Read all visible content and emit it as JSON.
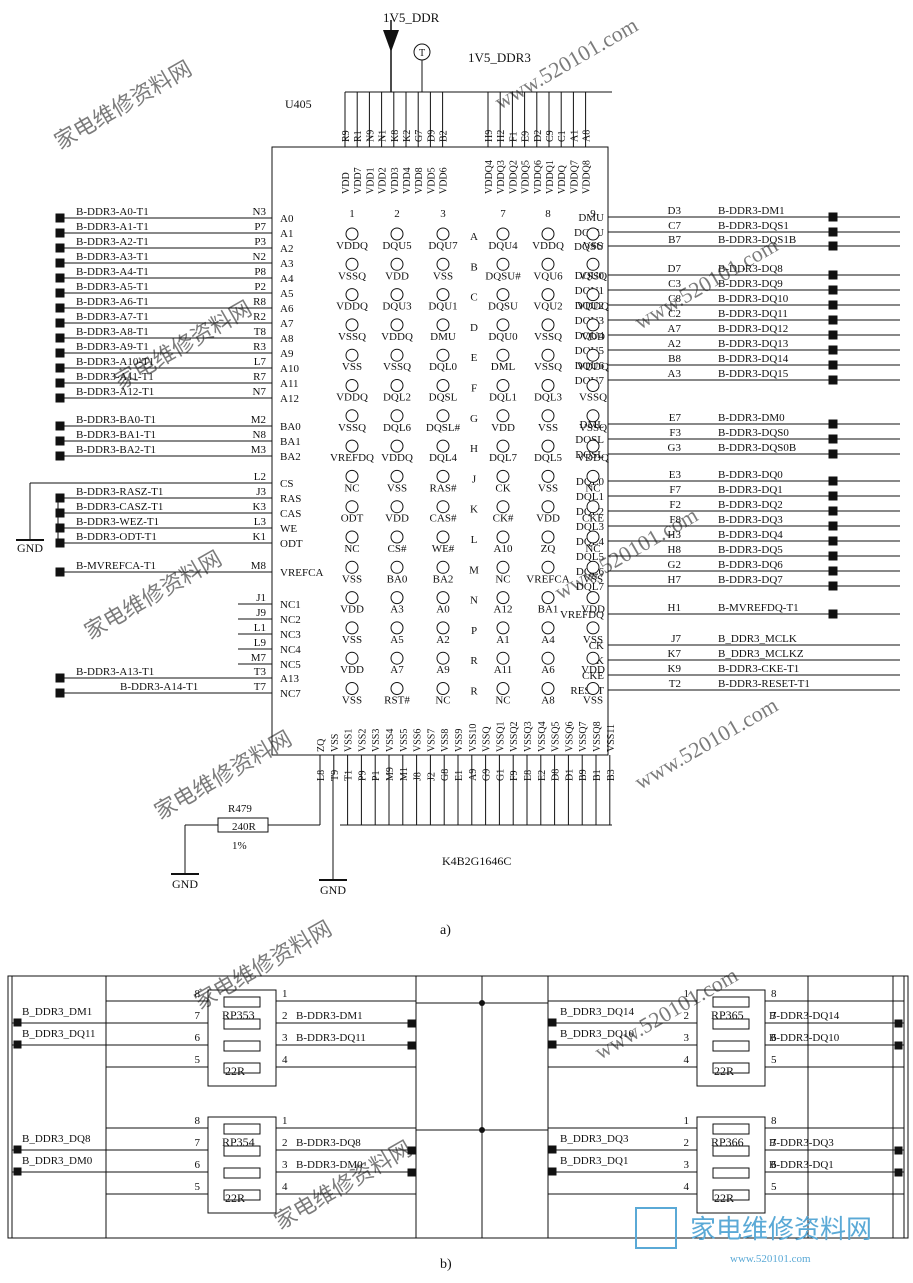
{
  "figure_a": {
    "caption": "a)",
    "power_net_top": "1V5_DDR",
    "power_net_right": "1V5_DDR3",
    "test_point": "T",
    "ref": "U405",
    "part": "K4B2G1646C",
    "resistor": {
      "ref": "R479",
      "value": "240R",
      "tolerance": "1%"
    },
    "gnd_labels": [
      "GND",
      "GND",
      "GND"
    ],
    "top_balls": [
      "R9",
      "R1",
      "N9",
      "N1",
      "K8",
      "K2",
      "G7",
      "D9",
      "B2",
      "H9",
      "H2",
      "F1",
      "E9",
      "D2",
      "C9",
      "C1",
      "A1",
      "A8"
    ],
    "top_pins": [
      "VDD",
      "VDD7",
      "VDD1",
      "VDD2",
      "VDD3",
      "VDD4",
      "VDD8",
      "VDD5",
      "VDD6",
      "VDDQ4",
      "VDDQ3",
      "VDDQ2",
      "VDDQ5",
      "VDDQ6",
      "VDDQ1",
      "VDDQ",
      "VDDQ7",
      "VDDQ8"
    ],
    "bottom_balls": [
      "L8",
      "T9",
      "T1",
      "P9",
      "P1",
      "M9",
      "M1",
      "J8",
      "J2",
      "G8",
      "E1",
      "A9",
      "G9",
      "G1",
      "F9",
      "E8",
      "E2",
      "D8",
      "D1",
      "B9",
      "B1",
      "B3"
    ],
    "bottom_pins": [
      "ZQ",
      "VSS",
      "VSS1",
      "VSS2",
      "VSS3",
      "VSS4",
      "VSS5",
      "VSS6",
      "VSS7",
      "VSS8",
      "VSS9",
      "VSS10",
      "VSSQ",
      "VSSQ1",
      "VSSQ2",
      "VSSQ3",
      "VSSQ4",
      "VSSQ5",
      "VSSQ6",
      "VSSQ7",
      "VSSQ8",
      "VSS11"
    ],
    "left_signals": [
      {
        "net": "B-DDR3-A0-T1",
        "ball": "N3",
        "pin": "A0"
      },
      {
        "net": "B-DDR3-A1-T1",
        "ball": "P7",
        "pin": "A1"
      },
      {
        "net": "B-DDR3-A2-T1",
        "ball": "P3",
        "pin": "A2"
      },
      {
        "net": "B-DDR3-A3-T1",
        "ball": "N2",
        "pin": "A3"
      },
      {
        "net": "B-DDR3-A4-T1",
        "ball": "P8",
        "pin": "A4"
      },
      {
        "net": "B-DDR3-A5-T1",
        "ball": "P2",
        "pin": "A5"
      },
      {
        "net": "B-DDR3-A6-T1",
        "ball": "R8",
        "pin": "A6"
      },
      {
        "net": "B-DDR3-A7-T1",
        "ball": "R2",
        "pin": "A7"
      },
      {
        "net": "B-DDR3-A8-T1",
        "ball": "T8",
        "pin": "A8"
      },
      {
        "net": "B-DDR3-A9-T1",
        "ball": "R3",
        "pin": "A9"
      },
      {
        "net": "B-DDR3-A10-T1",
        "ball": "L7",
        "pin": "A10"
      },
      {
        "net": "B-DDR3-A11-T1",
        "ball": "R7",
        "pin": "A11"
      },
      {
        "net": "B-DDR3-A12-T1",
        "ball": "N7",
        "pin": "A12"
      },
      {
        "net": "B-DDR3-BA0-T1",
        "ball": "M2",
        "pin": "BA0"
      },
      {
        "net": "B-DDR3-BA1-T1",
        "ball": "N8",
        "pin": "BA1"
      },
      {
        "net": "B-DDR3-BA2-T1",
        "ball": "M3",
        "pin": "BA2"
      },
      {
        "net": "",
        "ball": "L2",
        "pin": "CS"
      },
      {
        "net": "B-DDR3-RASZ-T1",
        "ball": "J3",
        "pin": "RAS"
      },
      {
        "net": "B-DDR3-CASZ-T1",
        "ball": "K3",
        "pin": "CAS"
      },
      {
        "net": "B-DDR3-WEZ-T1",
        "ball": "L3",
        "pin": "WE"
      },
      {
        "net": "B-DDR3-ODT-T1",
        "ball": "K1",
        "pin": "ODT"
      },
      {
        "net": "B-MVREFCA-T1",
        "ball": "M8",
        "pin": "VREFCA"
      },
      {
        "net": "",
        "ball": "J1",
        "pin": "NC1"
      },
      {
        "net": "",
        "ball": "J9",
        "pin": "NC2"
      },
      {
        "net": "",
        "ball": "L1",
        "pin": "NC3"
      },
      {
        "net": "",
        "ball": "L9",
        "pin": "NC4"
      },
      {
        "net": "",
        "ball": "M7",
        "pin": "NC5"
      },
      {
        "net": "B-DDR3-A13-T1",
        "ball": "T3",
        "pin": "A13"
      },
      {
        "net": "B-DDR3-A14-T1",
        "ball": "T7",
        "pin": "NC7"
      }
    ],
    "right_signals": [
      {
        "net": "B-DDR3-DM1",
        "ball": "D3",
        "pin": "DMU"
      },
      {
        "net": "B-DDR3-DQS1",
        "ball": "C7",
        "pin": "DQSU"
      },
      {
        "net": "B-DDR3-DQS1B",
        "ball": "B7",
        "pin": "DQSU"
      },
      {
        "net": "B-DDR3-DQ8",
        "ball": "D7",
        "pin": "DQU0"
      },
      {
        "net": "B-DDR3-DQ9",
        "ball": "C3",
        "pin": "DQU1"
      },
      {
        "net": "B-DDR3-DQ10",
        "ball": "C8",
        "pin": "DQU2"
      },
      {
        "net": "B-DDR3-DQ11",
        "ball": "C2",
        "pin": "DQU3"
      },
      {
        "net": "B-DDR3-DQ12",
        "ball": "A7",
        "pin": "DQU4"
      },
      {
        "net": "B-DDR3-DQ13",
        "ball": "A2",
        "pin": "DQU5"
      },
      {
        "net": "B-DDR3-DQ14",
        "ball": "B8",
        "pin": "DQU6"
      },
      {
        "net": "B-DDR3-DQ15",
        "ball": "A3",
        "pin": "DQU7"
      },
      {
        "net": "B-DDR3-DM0",
        "ball": "E7",
        "pin": "DML"
      },
      {
        "net": "B-DDR3-DQS0",
        "ball": "F3",
        "pin": "DQSL"
      },
      {
        "net": "B-DDR3-DQS0B",
        "ball": "G3",
        "pin": "DQSL"
      },
      {
        "net": "B-DDR3-DQ0",
        "ball": "E3",
        "pin": "DQL0"
      },
      {
        "net": "B-DDR3-DQ1",
        "ball": "F7",
        "pin": "DQL1"
      },
      {
        "net": "B-DDR3-DQ2",
        "ball": "F2",
        "pin": "DQL2"
      },
      {
        "net": "B-DDR3-DQ3",
        "ball": "F8",
        "pin": "DQL3"
      },
      {
        "net": "B-DDR3-DQ4",
        "ball": "H3",
        "pin": "DQL4"
      },
      {
        "net": "B-DDR3-DQ5",
        "ball": "H8",
        "pin": "DQL5"
      },
      {
        "net": "B-DDR3-DQ6",
        "ball": "G2",
        "pin": "DQL6"
      },
      {
        "net": "B-DDR3-DQ7",
        "ball": "H7",
        "pin": "DQL7"
      },
      {
        "net": "B-MVREFDQ-T1",
        "ball": "H1",
        "pin": "VREFDQ"
      },
      {
        "net": "B_DDR3_MCLK",
        "ball": "J7",
        "pin": "CK"
      },
      {
        "net": "B_DDR3_MCLKZ",
        "ball": "K7",
        "pin": "CK"
      },
      {
        "net": "B-DDR3-CKE-T1",
        "ball": "K9",
        "pin": "CKE"
      },
      {
        "net": "B-DDR3-RESET-T1",
        "ball": "T2",
        "pin": "RESET"
      }
    ],
    "ball_cols_left": [
      "1",
      "2",
      "3"
    ],
    "ball_cols_right": [
      "7",
      "8",
      "9"
    ],
    "ball_rows": [
      "A",
      "B",
      "C",
      "D",
      "E",
      "F",
      "G",
      "H",
      "J",
      "K",
      "L",
      "M",
      "N",
      "P",
      "R",
      "R"
    ],
    "ball_map": [
      [
        "VDDQ",
        "DQU5",
        "DQU7",
        "DQU4",
        "VDDQ",
        "VSS"
      ],
      [
        "VSSQ",
        "VDD",
        "VSS",
        "DQSU#",
        "VQU6",
        "VSSQ"
      ],
      [
        "VDDQ",
        "DQU3",
        "DQU1",
        "DQSU",
        "VQU2",
        "VDDQ"
      ],
      [
        "VSSQ",
        "VDDQ",
        "DMU",
        "DQU0",
        "VSSQ",
        "VDD"
      ],
      [
        "VSS",
        "VSSQ",
        "DQL0",
        "DML",
        "VSSQ",
        "VDDQ"
      ],
      [
        "VDDQ",
        "DQL2",
        "DQSL",
        "DQL1",
        "DQL3",
        "VSSQ"
      ],
      [
        "VSSQ",
        "DQL6",
        "DQSL#",
        "VDD",
        "VSS",
        "VSSQ"
      ],
      [
        "VREFDQ",
        "VDDQ",
        "DQL4",
        "DQL7",
        "DQL5",
        "VDDQ"
      ],
      [
        "NC",
        "VSS",
        "RAS#",
        "CK",
        "VSS",
        "NC"
      ],
      [
        "ODT",
        "VDD",
        "CAS#",
        "CK#",
        "VDD",
        "CKE"
      ],
      [
        "NC",
        "CS#",
        "WE#",
        "A10",
        "ZQ",
        "NC"
      ],
      [
        "VSS",
        "BA0",
        "BA2",
        "NC",
        "VREFCA",
        "VSS"
      ],
      [
        "VDD",
        "A3",
        "A0",
        "A12",
        "BA1",
        "VDD"
      ],
      [
        "VSS",
        "A5",
        "A2",
        "A1",
        "A4",
        "VSS"
      ],
      [
        "VDD",
        "A7",
        "A9",
        "A11",
        "A6",
        "VDD"
      ],
      [
        "VSS",
        "RST#",
        "NC",
        "NC",
        "A8",
        "VSS"
      ]
    ]
  },
  "figure_b": {
    "caption": "b)",
    "networks": [
      {
        "ref": "RP353",
        "value": "22R",
        "side": "left",
        "pins": [
          "8",
          "7",
          "6",
          "5",
          "1",
          "2",
          "3",
          "4"
        ],
        "in_nets": [
          "B_DDR3_DM1",
          "B_DDR3_DQ11"
        ],
        "out_nets": [
          "B-DDR3-DM1",
          "B-DDR3-DQ11"
        ]
      },
      {
        "ref": "RP365",
        "value": "22R",
        "side": "right",
        "pins": [
          "1",
          "2",
          "3",
          "4",
          "8",
          "7",
          "6",
          "5"
        ],
        "in_nets": [
          "B_DDR3_DQ14",
          "B_DDR3_DQ10"
        ],
        "out_nets": [
          "B-DDR3-DQ14",
          "B-DDR3-DQ10"
        ]
      },
      {
        "ref": "RP354",
        "value": "22R",
        "side": "left",
        "pins": [
          "8",
          "7",
          "6",
          "5",
          "1",
          "2",
          "3",
          "4"
        ],
        "in_nets": [
          "B_DDR3_DQ8",
          "B_DDR3_DM0"
        ],
        "out_nets": [
          "B-DDR3-DQ8",
          "B-DDR3-DM0"
        ]
      },
      {
        "ref": "RP366",
        "value": "22R",
        "side": "right",
        "pins": [
          "1",
          "2",
          "3",
          "4",
          "8",
          "7",
          "6",
          "5"
        ],
        "in_nets": [
          "B_DDR3_DQ3",
          "B_DDR3_DQ1"
        ],
        "out_nets": [
          "B-DDR3-DQ3",
          "B-DDR3-DQ1"
        ]
      }
    ]
  },
  "watermark": {
    "site_cn": "家电维修资料网",
    "site_url": "www.520101.com",
    "logo_cn": "家电维修资料网",
    "logo_url": "www.520101.com"
  }
}
